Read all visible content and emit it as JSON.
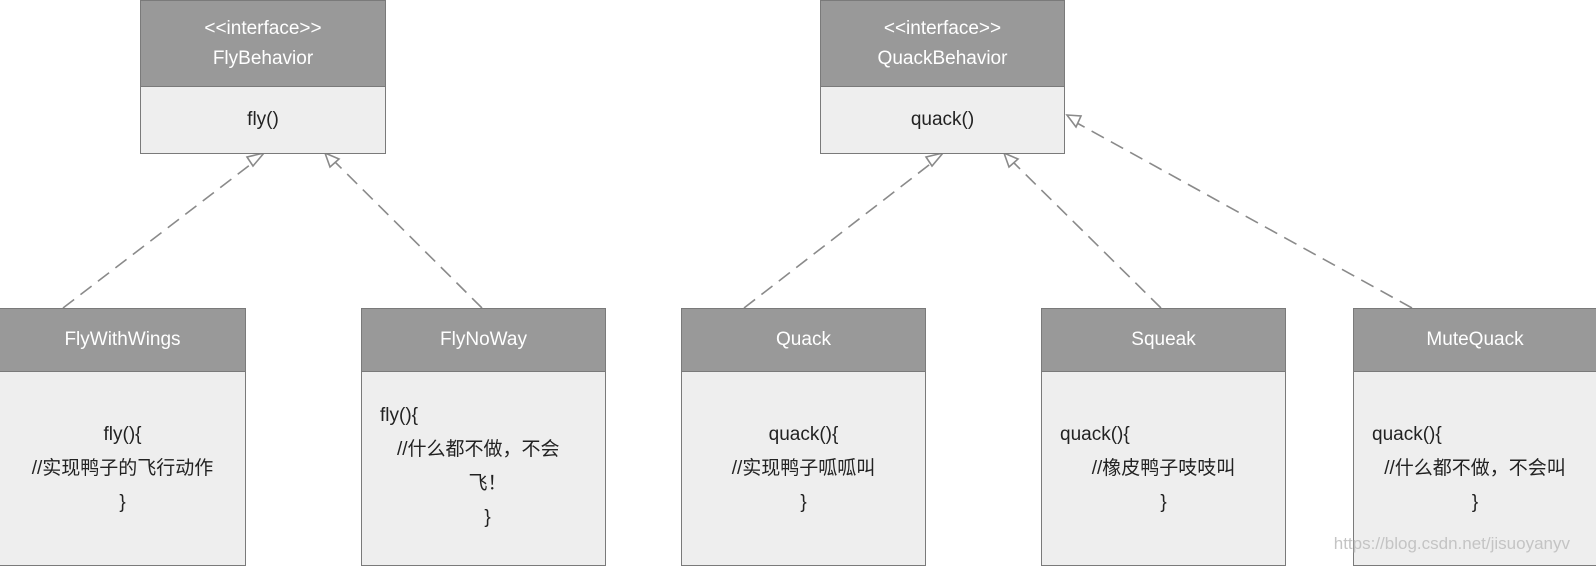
{
  "interfaces": [
    {
      "id": "fly-behavior",
      "stereotype": "<<interface>>",
      "name": "FlyBehavior",
      "method": "fly()"
    },
    {
      "id": "quack-behavior",
      "stereotype": "<<interface>>",
      "name": "QuackBehavior",
      "method": "quack()"
    }
  ],
  "classes": [
    {
      "id": "fly-with-wings",
      "name": "FlyWithWings",
      "lines": [
        "fly(){",
        "//实现鸭子的飞行动作",
        "}"
      ]
    },
    {
      "id": "fly-no-way",
      "name": "FlyNoWay",
      "lines": [
        "fly(){",
        "//什么都不做，不会",
        "飞！",
        "}"
      ]
    },
    {
      "id": "quack",
      "name": "Quack",
      "lines": [
        "quack(){",
        "//实现鸭子呱呱叫",
        "}"
      ]
    },
    {
      "id": "squeak",
      "name": "Squeak",
      "lines": [
        "quack(){",
        "//橡皮鸭子吱吱叫",
        "}"
      ]
    },
    {
      "id": "mute-quack",
      "name": "MuteQuack",
      "lines": [
        "quack(){",
        "//什么都不做，不会叫",
        "}"
      ]
    }
  ],
  "relationships": [
    {
      "from": "FlyWithWings",
      "to": "FlyBehavior",
      "type": "realization"
    },
    {
      "from": "FlyNoWay",
      "to": "FlyBehavior",
      "type": "realization"
    },
    {
      "from": "Quack",
      "to": "QuackBehavior",
      "type": "realization"
    },
    {
      "from": "Squeak",
      "to": "QuackBehavior",
      "type": "realization"
    },
    {
      "from": "MuteQuack",
      "to": "QuackBehavior",
      "type": "realization"
    }
  ],
  "colors": {
    "header": "#999999",
    "body": "#eeeeee",
    "border": "#7a7a7a",
    "edge": "#8a8a8a"
  },
  "watermark": "https://blog.csdn.net/jisuoyanyv"
}
